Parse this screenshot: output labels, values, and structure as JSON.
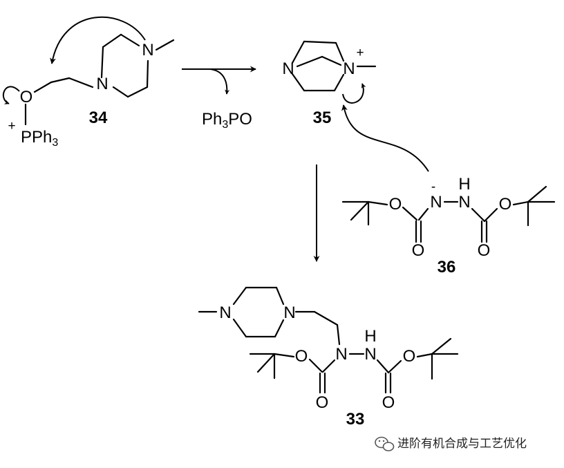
{
  "compounds": {
    "c34": {
      "label": "34"
    },
    "c35": {
      "label": "35"
    },
    "c36": {
      "label": "36"
    },
    "c33": {
      "label": "33"
    }
  },
  "atoms": {
    "n": "N",
    "o": "O",
    "h": "H",
    "p": "P",
    "ph": "Ph",
    "three": "3",
    "plus": "+",
    "minus": "-"
  },
  "byproduct": {
    "prefix": "Ph",
    "subscript": "3",
    "suffix": "PO"
  },
  "watermark": {
    "text": "进阶有机合成与工艺优化",
    "icon": "wechat-icon"
  }
}
